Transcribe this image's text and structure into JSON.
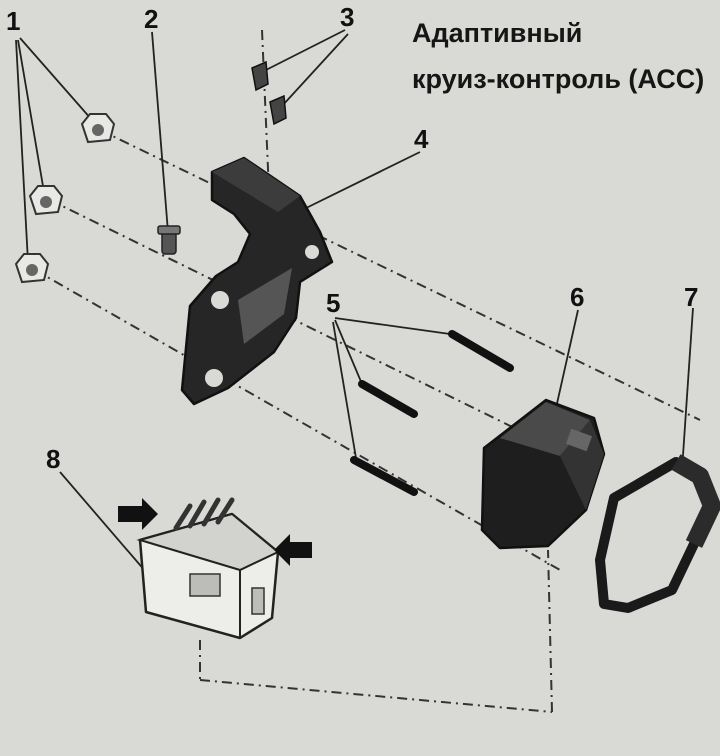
{
  "title": {
    "line1": "Адаптивный",
    "line2": "круиз-контроль (АСС)"
  },
  "callouts": {
    "c1": "1",
    "c2": "2",
    "c3": "3",
    "c4": "4",
    "c5": "5",
    "c6": "6",
    "c7": "7",
    "c8": "8"
  },
  "colors": {
    "background": "#d9d9d6",
    "ink": "#111111",
    "part_dark": "#2a2a2a",
    "part_light": "#ededea"
  }
}
